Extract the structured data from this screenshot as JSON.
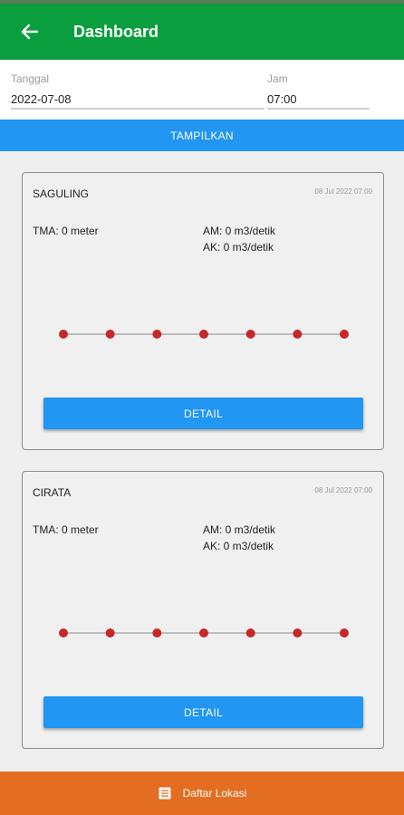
{
  "appbar": {
    "title": "Dashboard",
    "back_icon": "arrow-left-icon"
  },
  "form": {
    "date_label": "Tanggal",
    "date_value": "2022-07-08",
    "time_label": "Jam",
    "time_value": "07:00"
  },
  "show_button": "TAMPILKAN",
  "cards": [
    {
      "name": "SAGULING",
      "timestamp": "08 Jul 2022 07:00",
      "tma": "TMA: 0 meter",
      "am": "AM: 0 m3/detik",
      "ak": "AK: 0 m3/detik",
      "detail_label": "DETAIL"
    },
    {
      "name": "CIRATA",
      "timestamp": "08 Jul 2022 07:00",
      "tma": "TMA: 0 meter",
      "am": "AM: 0 m3/detik",
      "ak": "AK: 0 m3/detik",
      "detail_label": "DETAIL"
    }
  ],
  "chart_data": [
    {
      "type": "line",
      "values": [
        0,
        0,
        0,
        0,
        0,
        0,
        0
      ]
    },
    {
      "type": "line",
      "values": [
        0,
        0,
        0,
        0,
        0,
        0,
        0
      ]
    }
  ],
  "bottom_bar": {
    "label": "Daftar Lokasi",
    "icon": "list-icon"
  },
  "colors": {
    "appbar": "#0a9e3f",
    "primary": "#2196f3",
    "bottom": "#e36d20",
    "point": "#c62828"
  }
}
